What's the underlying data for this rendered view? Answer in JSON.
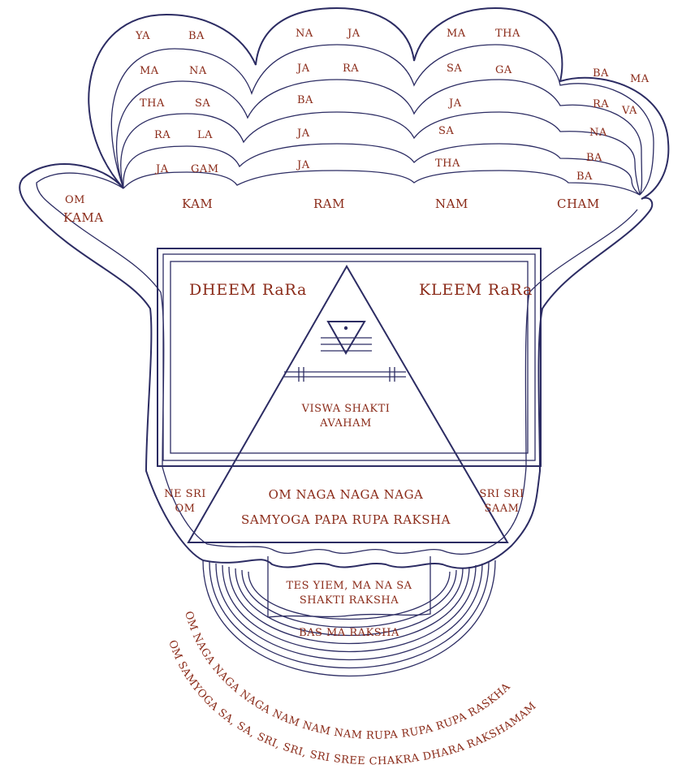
{
  "petals": {
    "rows": [
      [
        "YA",
        "BA",
        "NA",
        "JA",
        "MA",
        "THA",
        "BA",
        "MA"
      ],
      [
        "MA",
        "NA",
        "JA",
        "RA",
        "SA",
        "GA",
        "RA",
        "VA"
      ],
      [
        "THA",
        "SA",
        "BA",
        "JA",
        "NA"
      ],
      [
        "RA",
        "LA",
        "JA",
        "SA",
        "BA"
      ],
      [
        "JA",
        "GAM",
        "JA",
        "THA",
        "BA"
      ]
    ],
    "bottom_row": [
      "KAM",
      "RAM",
      "NAM",
      "CHAM"
    ]
  },
  "left_corner": {
    "line1": "OM",
    "line2": "KAMA"
  },
  "square": {
    "left_label": "DHEEM RaRa",
    "right_label": "KLEEM RaRa"
  },
  "triangle": {
    "line1": "VISWA SHAKTI",
    "line2": "AVAHAM"
  },
  "lower_band": {
    "left": {
      "line1": "NE SRI",
      "line2": "OM"
    },
    "center": {
      "line1": "OM NAGA NAGA NAGA",
      "line2": "SAMYOGA PAPA RUPA RAKSHA"
    },
    "right": {
      "line1": "SRI SRI",
      "line2": "SAAM"
    }
  },
  "base": {
    "scroll_line1": "TES YIEM, MA NA SA",
    "scroll_line2": "SHAKTI RAKSHA",
    "inner": "BAS MA RAKSHA"
  },
  "arcs": {
    "outer": "OM NAGA NAGA NAGA NAM NAM NAM RUPA RUPA RUPA RASKHA",
    "inner": "OM SAMYOGA SA, SA, SRI, SRI, SRI   SREE CHAKRA DHARA RAKSHAMAM"
  },
  "colors": {
    "ink": "#2c2c63",
    "text": "#8a2a18",
    "background": "#ffffff"
  }
}
